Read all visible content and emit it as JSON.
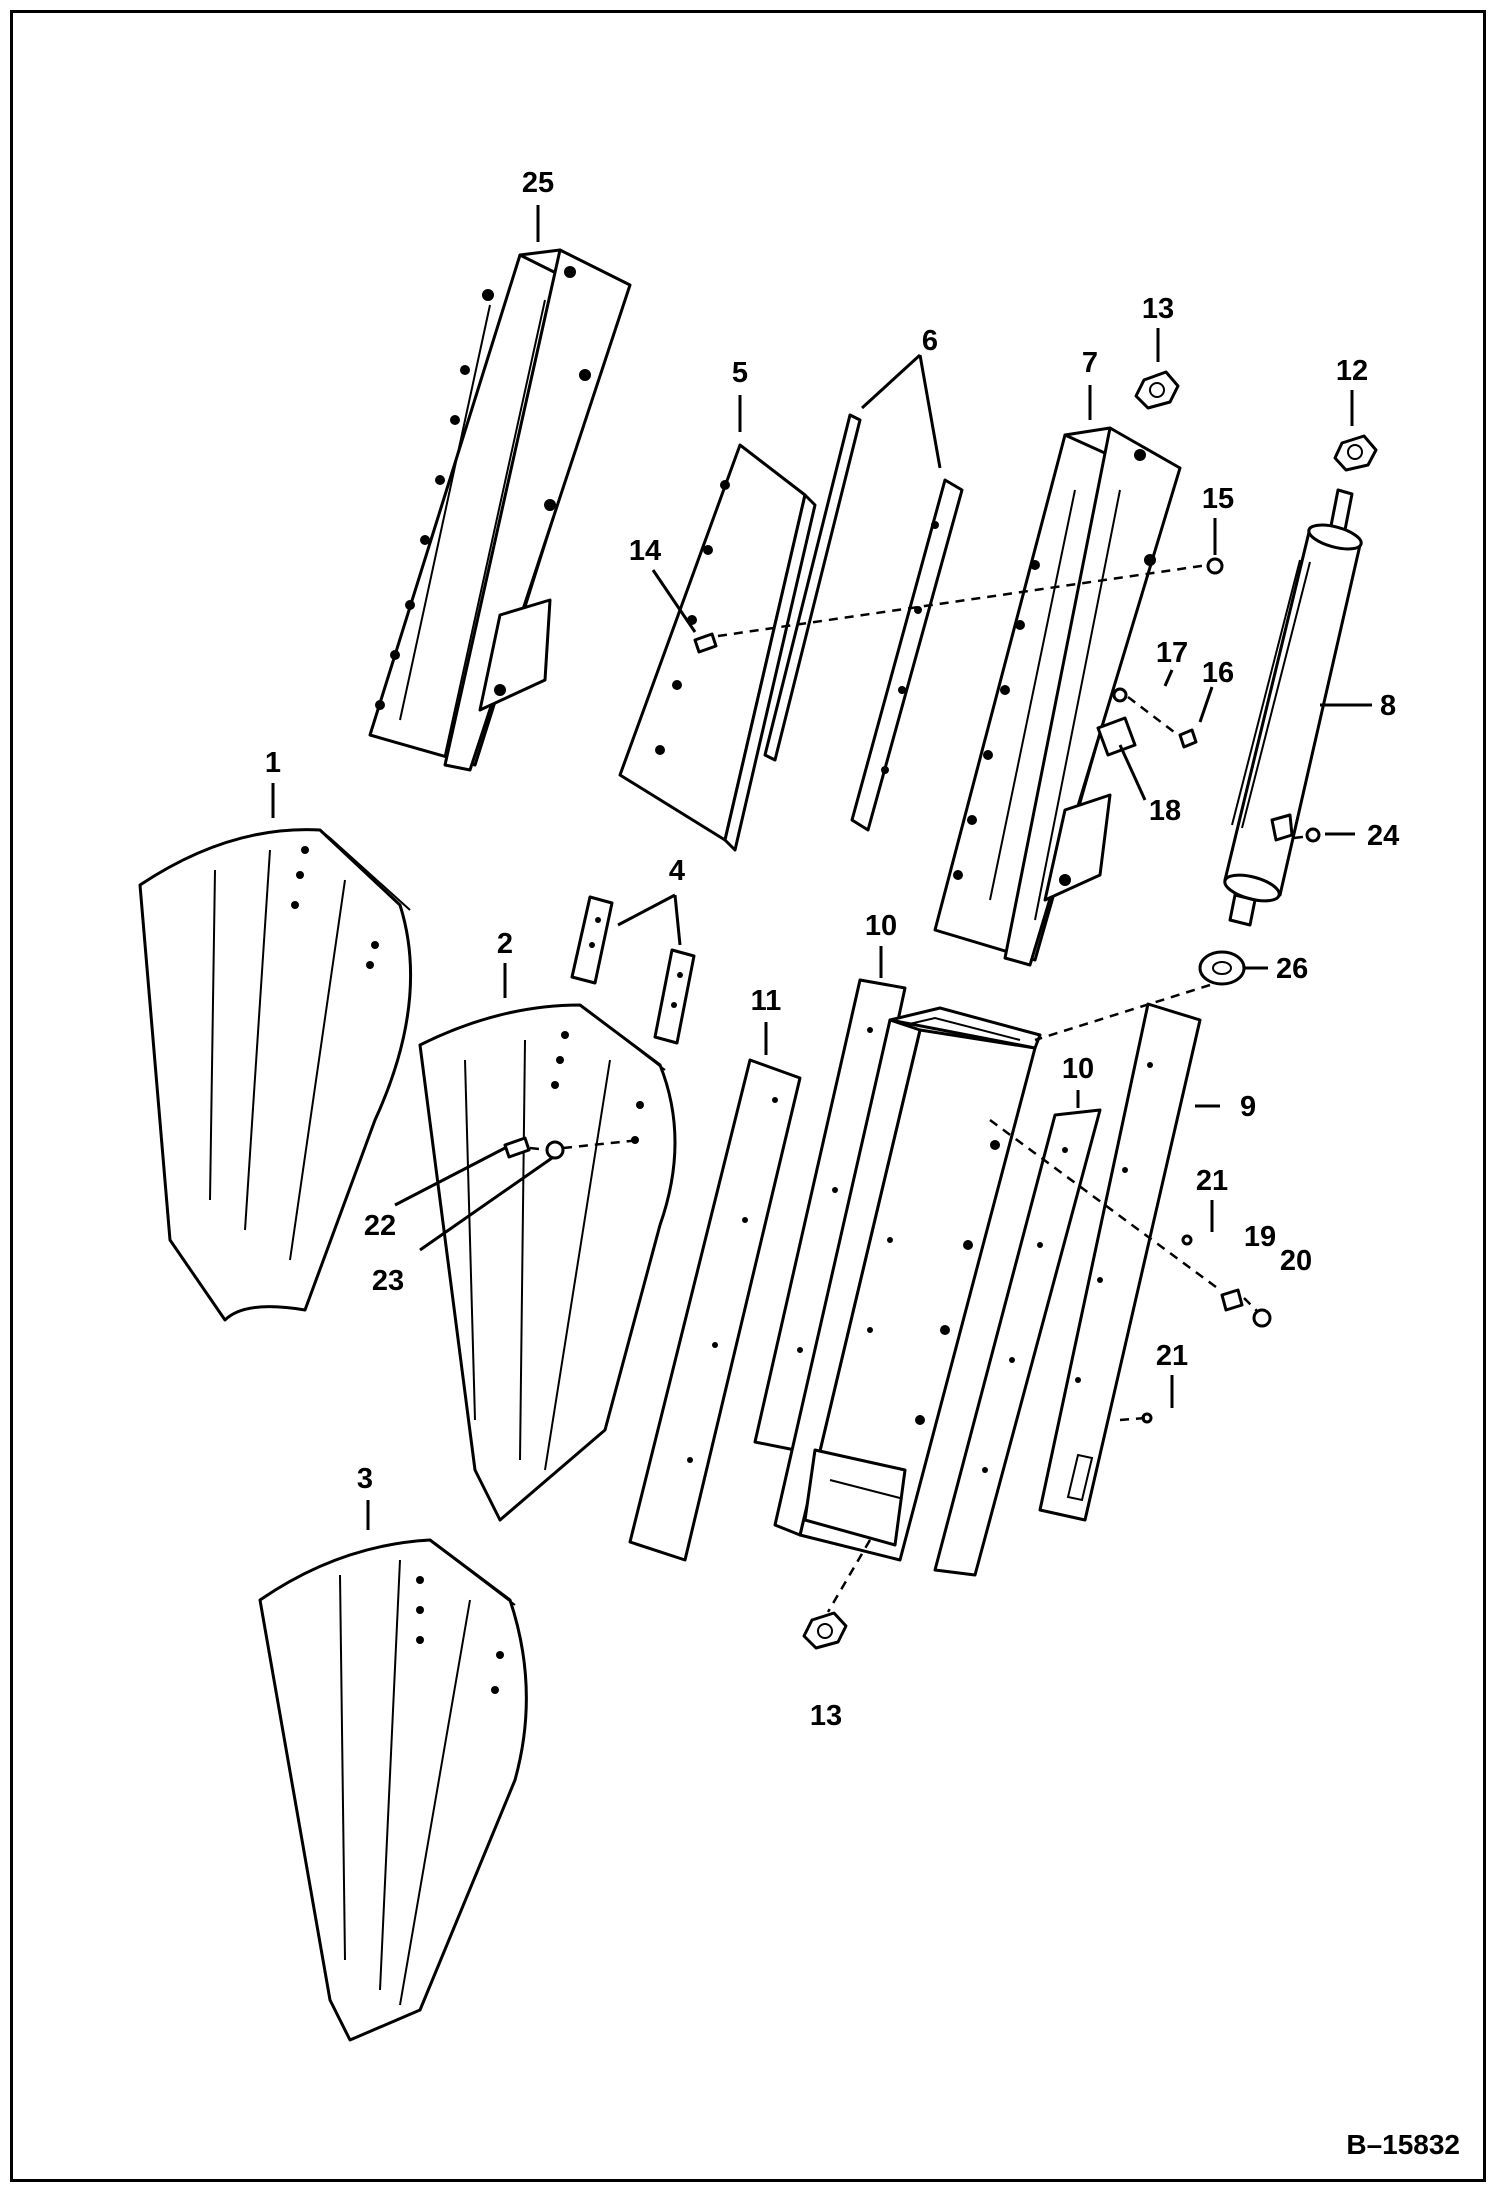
{
  "figure": {
    "reference_number": "B–15832"
  },
  "callouts": [
    {
      "id": "c25",
      "label": "25"
    },
    {
      "id": "c5",
      "label": "5"
    },
    {
      "id": "c6",
      "label": "6"
    },
    {
      "id": "c7",
      "label": "7"
    },
    {
      "id": "c13a",
      "label": "13"
    },
    {
      "id": "c12",
      "label": "12"
    },
    {
      "id": "c14",
      "label": "14"
    },
    {
      "id": "c15",
      "label": "15"
    },
    {
      "id": "c17",
      "label": "17"
    },
    {
      "id": "c16",
      "label": "16"
    },
    {
      "id": "c8",
      "label": "8"
    },
    {
      "id": "c18",
      "label": "18"
    },
    {
      "id": "c24",
      "label": "24"
    },
    {
      "id": "c1",
      "label": "1"
    },
    {
      "id": "c4",
      "label": "4"
    },
    {
      "id": "c10a",
      "label": "10"
    },
    {
      "id": "c26",
      "label": "26"
    },
    {
      "id": "c2",
      "label": "2"
    },
    {
      "id": "c11",
      "label": "11"
    },
    {
      "id": "c10b",
      "label": "10"
    },
    {
      "id": "c9",
      "label": "9"
    },
    {
      "id": "c21a",
      "label": "21"
    },
    {
      "id": "c22",
      "label": "22"
    },
    {
      "id": "c19",
      "label": "19"
    },
    {
      "id": "c20",
      "label": "20"
    },
    {
      "id": "c23",
      "label": "23"
    },
    {
      "id": "c21b",
      "label": "21"
    },
    {
      "id": "c3",
      "label": "3"
    },
    {
      "id": "c13b",
      "label": "13"
    }
  ]
}
